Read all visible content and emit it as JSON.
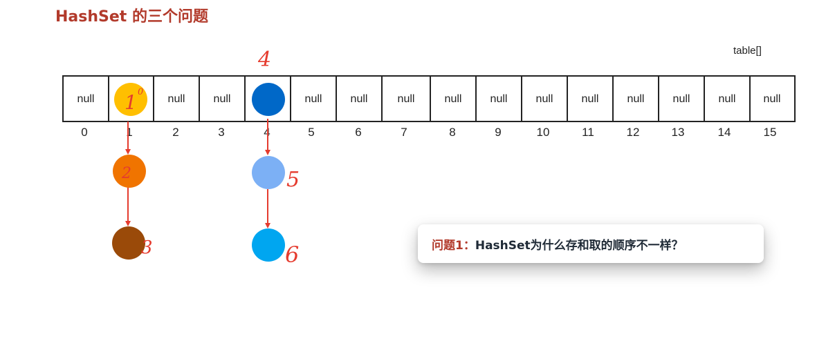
{
  "title": "HashSet 的三个问题",
  "table_label": "table[]",
  "cells": [
    "null",
    "",
    "null",
    "null",
    "",
    "null",
    "null",
    "null",
    "null",
    "null",
    "null",
    "null",
    "null",
    "null",
    "null",
    "null"
  ],
  "indices": [
    "0",
    "1",
    "2",
    "3",
    "4",
    "5",
    "6",
    "7",
    "8",
    "9",
    "10",
    "11",
    "12",
    "13",
    "14",
    "15"
  ],
  "handwritten": {
    "top_label": "4",
    "node_1": "1",
    "node_1_sup": "0",
    "node_2": "2",
    "node_3": "3",
    "node_5": "5",
    "node_6": "6"
  },
  "colors": {
    "title": "#b23a2b",
    "arrow": "#e53b2e",
    "ink": "#e53b2e",
    "node_1": "#ffbf00",
    "node_2": "#f07400",
    "node_3": "#9a4a09",
    "node_4": "#0068c8",
    "node_5": "#7cb0f5",
    "node_6": "#00a6f0"
  },
  "callout": {
    "lead": "问题1：",
    "question": "HashSet为什么存和取的顺序不一样？"
  }
}
